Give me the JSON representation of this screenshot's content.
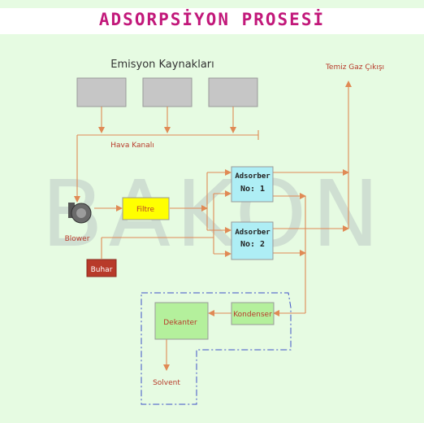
{
  "title": "ADSORPSİYON PROSESİ",
  "watermark": "BAKON",
  "labels": {
    "emission_sources": "Emisyon Kaynakları",
    "clean_gas_exit": "Temiz Gaz Çıkışı",
    "air_duct": "Hava Kanalı",
    "blower": "Blower",
    "filter": "Filtre",
    "steam": "Buhar",
    "adsorber": "Adsorber",
    "adsorber1_no": "No: 1",
    "adsorber2_no": "No: 2",
    "condenser": "Kondenser",
    "decanter": "Dekanter",
    "solvent": "Solvent"
  },
  "colors": {
    "background": "#e6fbe2",
    "title": "#c2187a",
    "arrow": "#e08a55",
    "source_box": "#c6c6c6",
    "filter_box": "#ffff00",
    "adsorber_box": "#aeeef5",
    "steam_box": "#b83a2a",
    "green_box": "#b4f09c",
    "dashed_outline": "#3f51c8",
    "watermark": "#bcc9c4"
  },
  "icons": {
    "blower": "blower-fan-icon"
  }
}
